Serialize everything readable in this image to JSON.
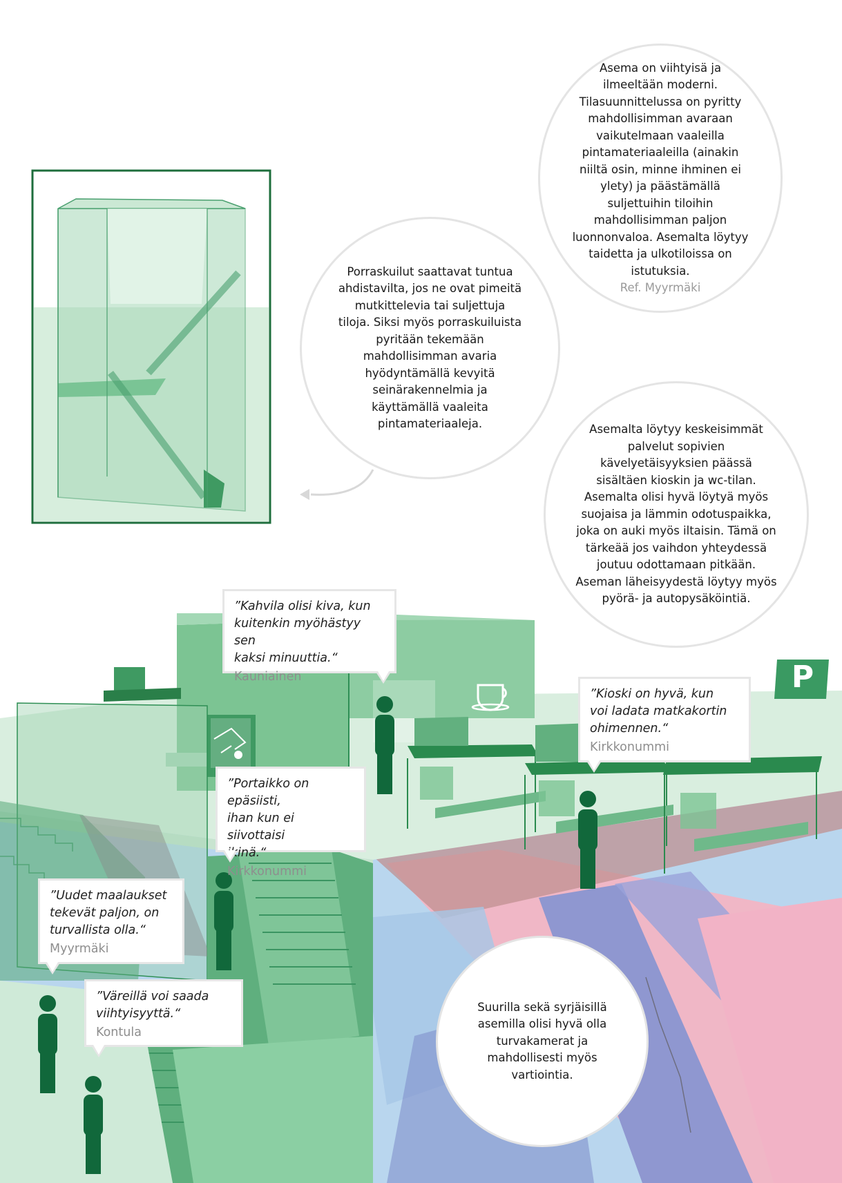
{
  "colors": {
    "accent": "#006b35",
    "green_mid": "#5ab07a",
    "green_light": "#cfead8",
    "parking": "#3a9a62"
  },
  "bubbles": {
    "station_comfort": {
      "text": "Asema on viihtyisä ja ilmeeltään moderni. Tilasuunnittelussa on pyritty mahdollisimman avaraan vaikutelmaan vaaleilla pintamateriaaleilla (ainakin niiltä osin, minne ihminen ei ylety) ja päästämällä suljettuihin tiloihin mahdollisimman paljon luonnonvaloa. Asemalta löytyy taidetta ja ulkotiloissa on istutuksia.",
      "ref": "Ref. Myyrmäki"
    },
    "stairwells": {
      "text": "Porraskuilut saattavat tuntua ahdistavilta, jos ne ovat pimeitä mutkittelevia tai suljettuja tiloja. Siksi myös porraskuiluista pyritään tekemään mahdollisimman avaria hyödyntämällä kevyitä seinärakennelmia ja käyttämällä vaaleita pintamateriaaleja."
    },
    "services": {
      "text": "Asemalta löytyy keskeisimmät palvelut sopivien kävelyetäisyyksien päässä sisältäen kioskin ja wc-tilan. Asemalta olisi hyvä löytyä myös suojaisa ja lämmin odotuspaikka, joka on auki myös iltaisin. Tämä on tärkeää jos vaihdon yhteydessä joutuu odottamaan pitkään. Aseman läheisyydestä löytyy myös pyörä- ja autopysäköintiä."
    },
    "security": {
      "text": "Suurilla sekä syrjäisillä asemilla olisi hyvä olla turvakamerat ja mahdollisesti myös vartiointia."
    }
  },
  "quotes": [
    {
      "text": "”Kahvila olisi kiva, kun\nkuitenkin myöhästyy sen\nkaksi minuuttia.“",
      "location": "Kauniainen"
    },
    {
      "text": "”Kioski on hyvä, kun\nvoi ladata matkakortin\nohimennen.“",
      "location": "Kirkkonummi"
    },
    {
      "text": "”Portaikko on epäsiisti,\nihan kun ei siivottaisi\nikinä.“",
      "location": "Kirkkonummi"
    },
    {
      "text": "”Uudet maalaukset\ntekevät paljon, on\nturvallista olla.“",
      "location": "Myyrmäki"
    },
    {
      "text": "”Väreillä voi saada\nviihtyisyyttä.“",
      "location": "Kontula"
    }
  ],
  "parking_sign": {
    "label": "P"
  }
}
